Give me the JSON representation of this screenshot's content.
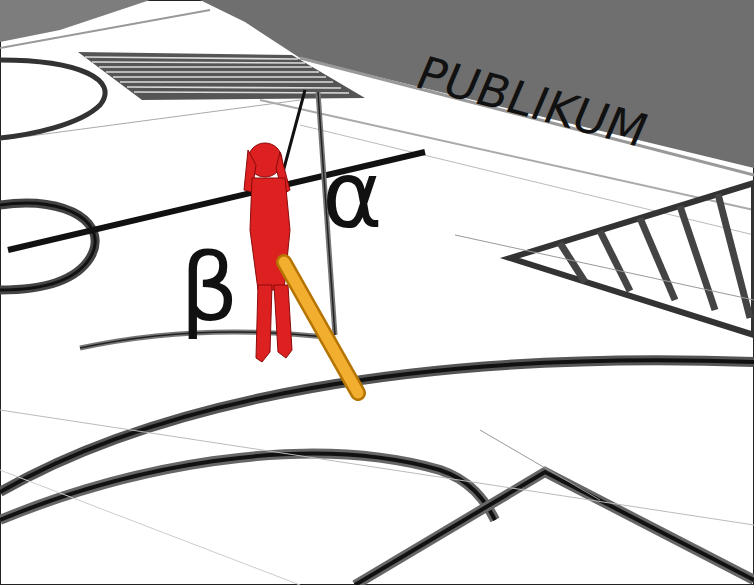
{
  "diagram": {
    "labels": [
      "PUBLIKUM",
      "α",
      "β"
    ]
  }
}
